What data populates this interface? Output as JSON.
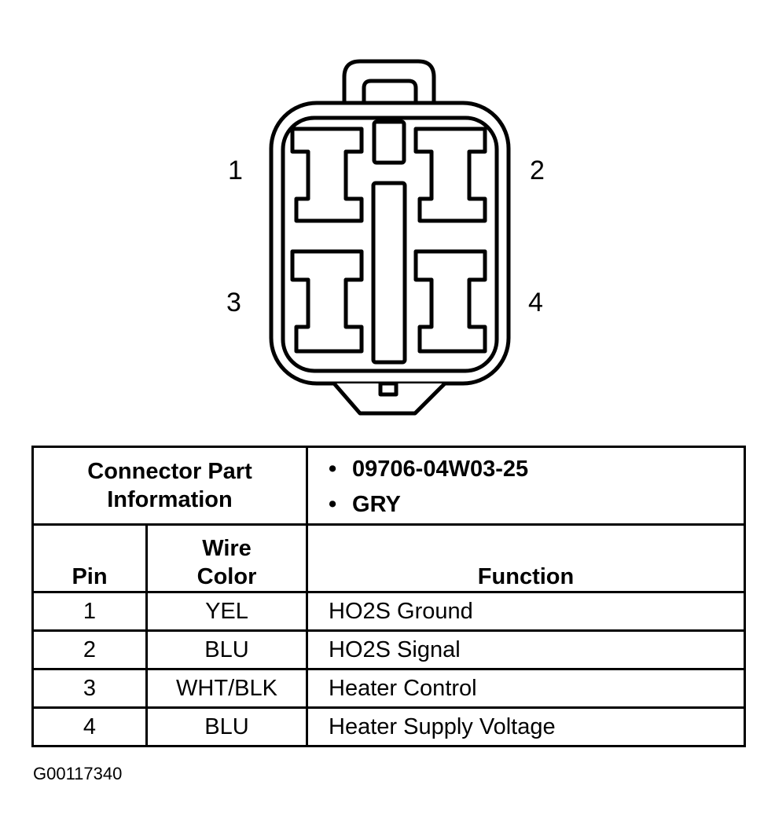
{
  "pin_labels": [
    "1",
    "2",
    "3",
    "4"
  ],
  "table": {
    "part_info_header": "Connector Part Information",
    "part_info_values": [
      "09706-04W03-25",
      "GRY"
    ],
    "columns": {
      "pin": "Pin",
      "wire_color": "Wire Color",
      "function": "Function"
    },
    "rows": [
      {
        "pin": "1",
        "wire_color": "YEL",
        "function": "HO2S Ground"
      },
      {
        "pin": "2",
        "wire_color": "BLU",
        "function": "HO2S Signal"
      },
      {
        "pin": "3",
        "wire_color": "WHT/BLK",
        "function": "Heater Control"
      },
      {
        "pin": "4",
        "wire_color": "BLU",
        "function": "Heater Supply Voltage"
      }
    ]
  },
  "figure_id": "G00117340"
}
